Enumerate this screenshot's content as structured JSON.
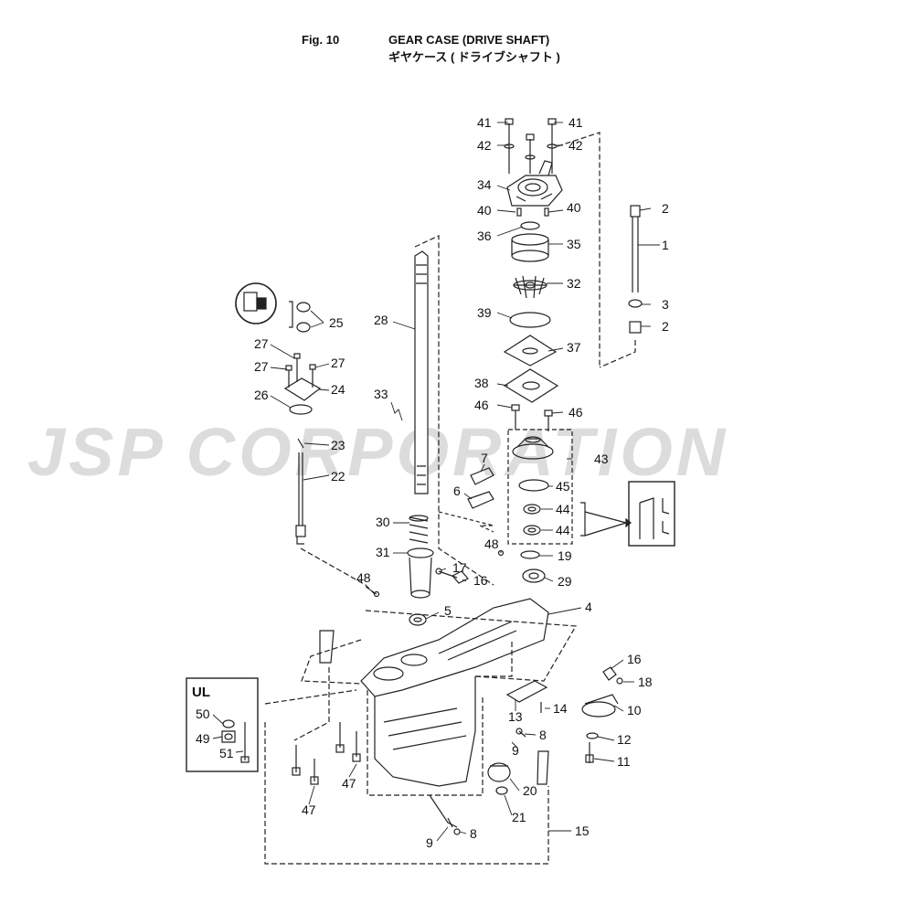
{
  "header": {
    "fig": "Fig. 10",
    "title_en": "GEAR CASE (DRIVE SHAFT)",
    "title_jp": "ギヤケース ( ドライブシャフト )"
  },
  "watermark": "JSP CORPORATION",
  "ul_label": "UL",
  "callouts": [
    {
      "id": "c41a",
      "text": "41"
    },
    {
      "id": "c41b",
      "text": "41"
    },
    {
      "id": "c42a",
      "text": "42"
    },
    {
      "id": "c42b",
      "text": "42"
    },
    {
      "id": "c34",
      "text": "34"
    },
    {
      "id": "c40a",
      "text": "40"
    },
    {
      "id": "c40b",
      "text": "40"
    },
    {
      "id": "c36",
      "text": "36"
    },
    {
      "id": "c35",
      "text": "35"
    },
    {
      "id": "c32",
      "text": "32"
    },
    {
      "id": "c39",
      "text": "39"
    },
    {
      "id": "c37",
      "text": "37"
    },
    {
      "id": "c38",
      "text": "38"
    },
    {
      "id": "c46a",
      "text": "46"
    },
    {
      "id": "c46b",
      "text": "46"
    },
    {
      "id": "c43",
      "text": "43"
    },
    {
      "id": "c45",
      "text": "45"
    },
    {
      "id": "c44a",
      "text": "44"
    },
    {
      "id": "c44b",
      "text": "44"
    },
    {
      "id": "c19",
      "text": "19"
    },
    {
      "id": "c29",
      "text": "29"
    },
    {
      "id": "c2a",
      "text": "2"
    },
    {
      "id": "c1",
      "text": "1"
    },
    {
      "id": "c3",
      "text": "3"
    },
    {
      "id": "c2b",
      "text": "2"
    },
    {
      "id": "c28",
      "text": "28"
    },
    {
      "id": "c25",
      "text": "25"
    },
    {
      "id": "c27a",
      "text": "27"
    },
    {
      "id": "c27b",
      "text": "27"
    },
    {
      "id": "c27c",
      "text": "27"
    },
    {
      "id": "c24",
      "text": "24"
    },
    {
      "id": "c26",
      "text": "26"
    },
    {
      "id": "c23",
      "text": "23"
    },
    {
      "id": "c22",
      "text": "22"
    },
    {
      "id": "c33",
      "text": "33"
    },
    {
      "id": "c7",
      "text": "7"
    },
    {
      "id": "c6",
      "text": "6"
    },
    {
      "id": "c30",
      "text": "30"
    },
    {
      "id": "c31",
      "text": "31"
    },
    {
      "id": "c48a",
      "text": "48"
    },
    {
      "id": "c48b",
      "text": "48"
    },
    {
      "id": "c17",
      "text": "17"
    },
    {
      "id": "c16a",
      "text": "16"
    },
    {
      "id": "c5",
      "text": "5"
    },
    {
      "id": "c4",
      "text": "4"
    },
    {
      "id": "c16b",
      "text": "16"
    },
    {
      "id": "c18",
      "text": "18"
    },
    {
      "id": "c13",
      "text": "13"
    },
    {
      "id": "c14",
      "text": "14"
    },
    {
      "id": "c10",
      "text": "10"
    },
    {
      "id": "c8a",
      "text": "8"
    },
    {
      "id": "c12",
      "text": "12"
    },
    {
      "id": "c9a",
      "text": "9"
    },
    {
      "id": "c11",
      "text": "11"
    },
    {
      "id": "c20",
      "text": "20"
    },
    {
      "id": "c21",
      "text": "21"
    },
    {
      "id": "c50",
      "text": "50"
    },
    {
      "id": "c49",
      "text": "49"
    },
    {
      "id": "c51",
      "text": "51"
    },
    {
      "id": "c47a",
      "text": "47"
    },
    {
      "id": "c47b",
      "text": "47"
    },
    {
      "id": "c9b",
      "text": "9"
    },
    {
      "id": "c8b",
      "text": "8"
    },
    {
      "id": "c15",
      "text": "15"
    }
  ]
}
